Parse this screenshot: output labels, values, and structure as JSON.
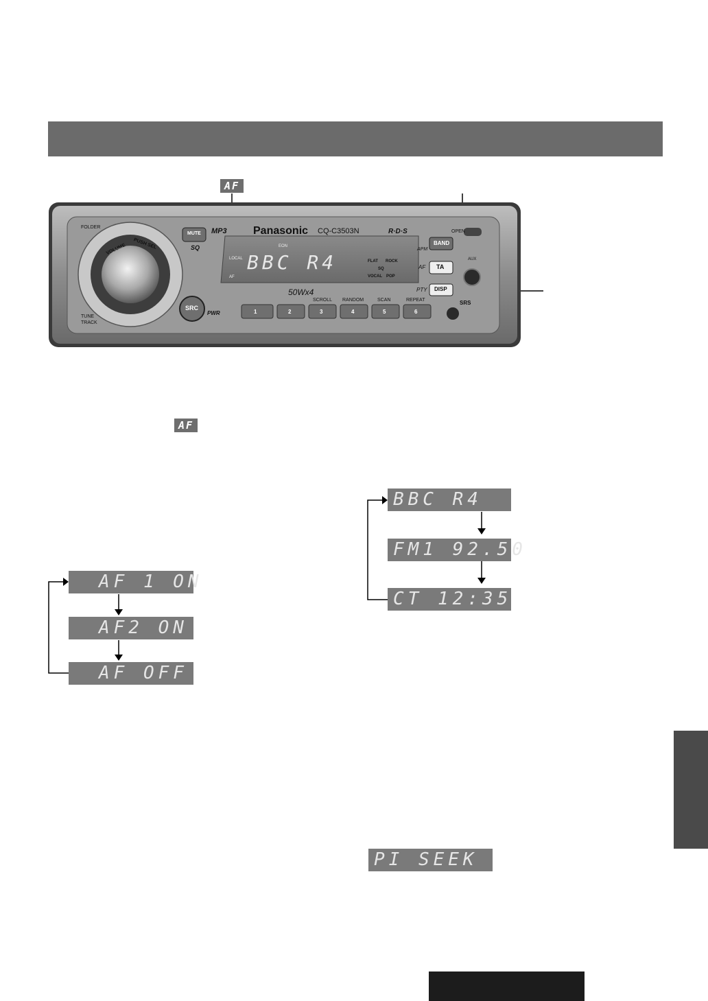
{
  "af_tag_label": "AF",
  "unit": {
    "brand": "Panasonic",
    "model": "CQ-C3503N",
    "rds_logo": "R·D·S",
    "mp3_logo": "MP3",
    "power_rating": "50Wx4",
    "lcd_text": "BBC R4",
    "lcd_labels": {
      "local": "LOCAL",
      "af": "AF",
      "eon": "EON",
      "flat": "FLAT",
      "rock": "ROCK",
      "vocal": "VOCAL",
      "pop": "POP",
      "sq": "SQ"
    },
    "buttons": {
      "mute": "MUTE",
      "sq": "SQ",
      "band": "BAND",
      "apm": "APM",
      "ta": "TA",
      "af": "AF",
      "disp": "DISP",
      "pty": "PTY",
      "aux": "AUX",
      "open": "OPEN",
      "src": "SRC",
      "pwr": "PWR",
      "folder": "FOLDER",
      "tune": "TUNE",
      "track": "TRACK",
      "volume": "VOLUME",
      "push_sel": "PUSH SEL",
      "srs": "SRS"
    },
    "presets": [
      {
        "num": "1",
        "label": ""
      },
      {
        "num": "2",
        "label": ""
      },
      {
        "num": "3",
        "label": "SCROLL"
      },
      {
        "num": "4",
        "label": "RANDOM"
      },
      {
        "num": "5",
        "label": "SCAN"
      },
      {
        "num": "6",
        "label": "REPEAT"
      }
    ]
  },
  "af_modes": [
    "AF 1 ON",
    "AF2 ON",
    "AF OFF"
  ],
  "disp_modes": [
    "BBC R4",
    "FM1 92.50",
    "CT 12:35"
  ],
  "pi_seek": "PI SEEK"
}
